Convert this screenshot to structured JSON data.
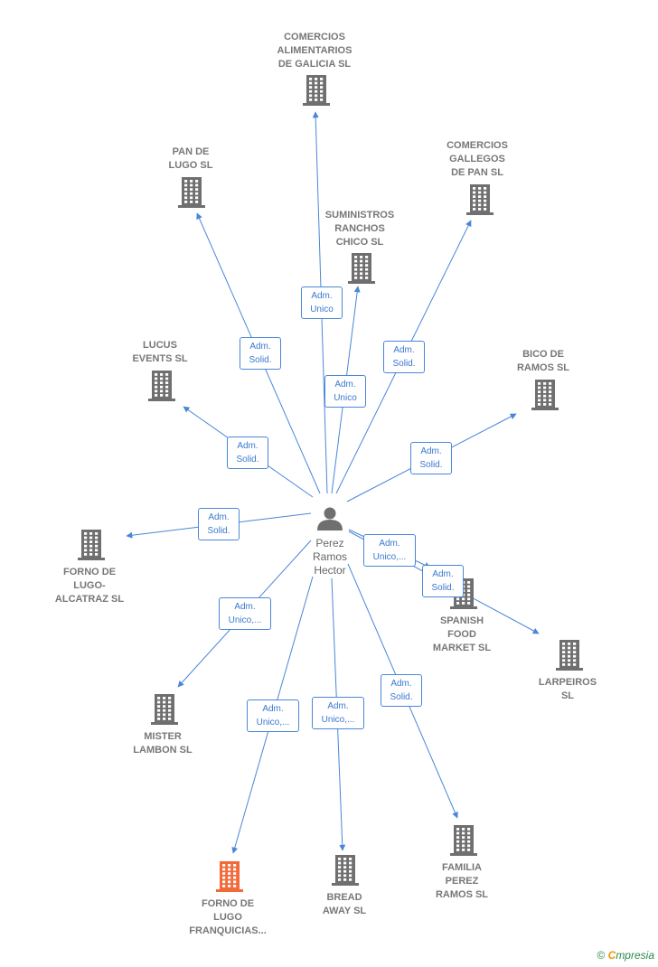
{
  "center": {
    "name": "Perez\nRamos\nHector"
  },
  "nodes": [
    {
      "id": "comercios-alimentarios",
      "label": "COMERCIOS\nALIMENTARIOS\nDE GALICIA  SL",
      "highlight": false
    },
    {
      "id": "pan-de-lugo",
      "label": "PAN DE\nLUGO  SL",
      "highlight": false
    },
    {
      "id": "comercios-gallegos",
      "label": "COMERCIOS\nGALLEGOS\nDE PAN  SL",
      "highlight": false
    },
    {
      "id": "suministros-ranchos",
      "label": "SUMINISTROS\nRANCHOS\nCHICO  SL",
      "highlight": false
    },
    {
      "id": "lucus-events",
      "label": "LUCUS\nEVENTS  SL",
      "highlight": false
    },
    {
      "id": "bico-de-ramos",
      "label": "BICO DE\nRAMOS  SL",
      "highlight": false
    },
    {
      "id": "forno-alcatraz",
      "label": "FORNO DE\nLUGO-\nALCATRAZ  SL",
      "highlight": false
    },
    {
      "id": "spanish-food",
      "label": "SPANISH\nFOOD\nMARKET  SL",
      "highlight": false
    },
    {
      "id": "larpeiros",
      "label": "LARPEIROS\nSL",
      "highlight": false
    },
    {
      "id": "mister-lambon",
      "label": "MISTER\nLAMBON  SL",
      "highlight": false
    },
    {
      "id": "forno-franquicias",
      "label": "FORNO DE\nLUGO\nFRANQUICIAS...",
      "highlight": true
    },
    {
      "id": "bread-away",
      "label": "BREAD\nAWAY  SL",
      "highlight": false
    },
    {
      "id": "familia-perez",
      "label": "FAMILIA\nPEREZ\nRAMOS  SL",
      "highlight": false
    }
  ],
  "edges": [
    {
      "target": "comercios-alimentarios",
      "label": "Adm.\nUnico"
    },
    {
      "target": "pan-de-lugo",
      "label": "Adm.\nSolid."
    },
    {
      "target": "suministros-ranchos",
      "label": "Adm.\nUnico"
    },
    {
      "target": "comercios-gallegos",
      "label": "Adm.\nSolid."
    },
    {
      "target": "lucus-events",
      "label": "Adm.\nSolid."
    },
    {
      "target": "bico-de-ramos",
      "label": "Adm.\nSolid."
    },
    {
      "target": "forno-alcatraz",
      "label": "Adm.\nSolid."
    },
    {
      "target": "spanish-food",
      "label": "Adm.\nUnico,..."
    },
    {
      "target": "larpeiros",
      "label": "Adm.\nSolid."
    },
    {
      "target": "mister-lambon",
      "label": "Adm.\nUnico,..."
    },
    {
      "target": "forno-franquicias",
      "label": "Adm.\nUnico,..."
    },
    {
      "target": "bread-away",
      "label": "Adm.\nUnico,..."
    },
    {
      "target": "familia-perez",
      "label": "Adm.\nSolid."
    }
  ],
  "colors": {
    "edge": "#4a86d8",
    "building": "#6f6f6f",
    "highlight": "#f26a3a",
    "person": "#6f6f6f"
  },
  "footer": {
    "copyright": "©",
    "brand_first": "C",
    "brand_rest": "mpresia"
  }
}
